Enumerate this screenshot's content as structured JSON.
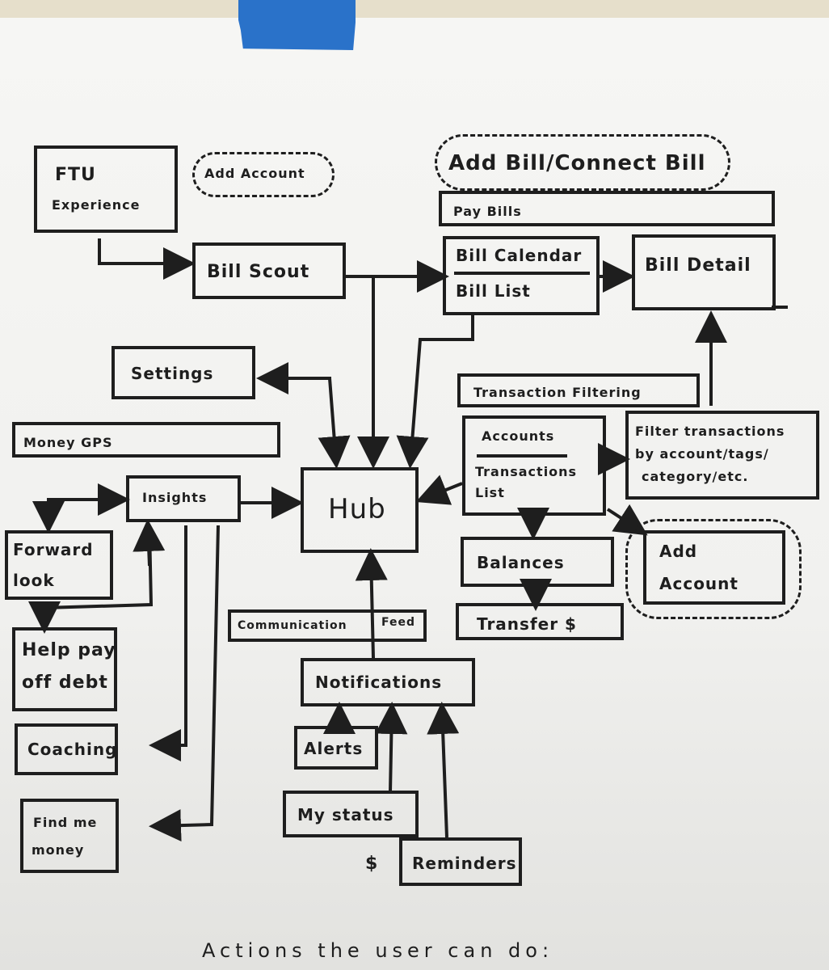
{
  "diagram": {
    "type": "sitemap",
    "nodes": {
      "ftu": {
        "label_line1": "FTU",
        "label_line2": "Experience"
      },
      "add_account_cloud_top": {
        "label": "Add Account"
      },
      "bill_scout": {
        "label": "Bill Scout"
      },
      "add_bill_cloud": {
        "label": "Add Bill/Connect Bill"
      },
      "pay_bills": {
        "label": "Pay Bills"
      },
      "bill_calendar": {
        "label_top": "Bill Calendar",
        "label_bottom": "Bill List"
      },
      "bill_detail": {
        "label": "Bill Detail"
      },
      "settings": {
        "label": "Settings"
      },
      "money_gps": {
        "label": "Money GPS"
      },
      "insights": {
        "label": "Insights"
      },
      "hub": {
        "label": "Hub"
      },
      "forward_look": {
        "label_line1": "Forward",
        "label_line2": "look"
      },
      "help_pay_debt": {
        "label_line1": "Help pay",
        "label_line2": "off debt"
      },
      "coaching": {
        "label": "Coaching"
      },
      "find_me_money": {
        "label_line1": "Find me",
        "label_line2": "money"
      },
      "transaction_filtering": {
        "label": "Transaction Filtering"
      },
      "accounts": {
        "label_top": "Accounts",
        "label_bottom_line1": "Transactions",
        "label_bottom_line2": "List"
      },
      "filter_transactions": {
        "label_line1": "Filter transactions",
        "label_line2": "by account/tags/",
        "label_line3": "category/etc."
      },
      "balances": {
        "label": "Balances"
      },
      "add_account_box": {
        "label_line1": "Add",
        "label_line2": "Account"
      },
      "transfer": {
        "label": "Transfer $"
      },
      "communication_feed": {
        "label_left": "Communication",
        "label_right": "Feed"
      },
      "notifications": {
        "label": "Notifications"
      },
      "alerts": {
        "label": "Alerts"
      },
      "my_status": {
        "label": "My status"
      },
      "reminders": {
        "label": "Reminders"
      }
    },
    "edges": [
      {
        "from": "ftu",
        "to": "bill_scout"
      },
      {
        "from": "bill_scout",
        "to": "bill_calendar"
      },
      {
        "from": "bill_scout",
        "to": "hub"
      },
      {
        "from": "bill_calendar",
        "to": "bill_detail"
      },
      {
        "from": "bill_calendar",
        "to": "hub"
      },
      {
        "from": "hub",
        "to": "settings",
        "bidirectional": true
      },
      {
        "from": "insights",
        "to": "hub"
      },
      {
        "from": "insights",
        "to": "forward_look",
        "bidirectional": true
      },
      {
        "from": "insights",
        "to": "help_pay_debt",
        "bidirectional": true
      },
      {
        "from": "insights",
        "to": "coaching",
        "bidirectional": true
      },
      {
        "from": "insights",
        "to": "find_me_money",
        "bidirectional": true
      },
      {
        "from": "accounts",
        "to": "hub"
      },
      {
        "from": "accounts",
        "to": "filter_transactions"
      },
      {
        "from": "accounts",
        "to": "balances"
      },
      {
        "from": "accounts",
        "to": "add_account_box"
      },
      {
        "from": "balances",
        "to": "transfer"
      },
      {
        "from": "filter_transactions",
        "to": "bill_detail"
      },
      {
        "from": "notifications",
        "to": "hub"
      },
      {
        "from": "alerts",
        "to": "notifications"
      },
      {
        "from": "my_status",
        "to": "notifications"
      },
      {
        "from": "reminders",
        "to": "notifications"
      }
    ],
    "footer": "Actions the user can do:",
    "stray_mark": "$"
  },
  "colors": {
    "ink": "#1e1e1e",
    "tape": "#2a72c9",
    "paper": "#f4f4f2"
  }
}
